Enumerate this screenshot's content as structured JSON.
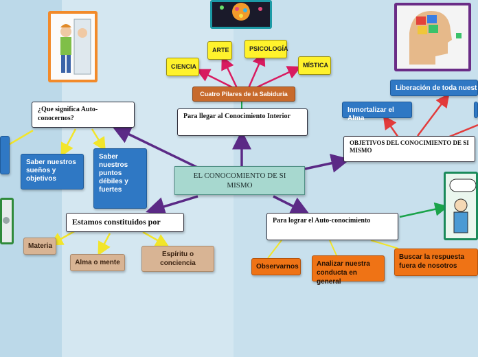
{
  "center": "EL CONOCOMIENTO DE SI MISMO",
  "pillars_title": "Cuatro Pilares de la Sabiduria",
  "pillars": [
    "CIENCIA",
    "ARTE",
    "PSICOLOGÍA",
    "MÍSTICA"
  ],
  "interior": "Para llegar al Conocimiento Interior",
  "significa": {
    "title": "¿Que significa Auto-conocernos?",
    "items": [
      "Saber nuestros sueños y objetivos",
      "Saber nuestros puntos débiles y fuertes"
    ]
  },
  "constituidos": {
    "title": "Estamos constituidos por",
    "items": [
      "Materia",
      "Alma o mente",
      "Espíritu o conciencia"
    ]
  },
  "objetivos": {
    "title": "OBJETIVOS DEL CONOCIMIENTO DE SI MISMO",
    "items": [
      "Inmortalizar el Alma",
      "Liberación de toda nuestra Co"
    ]
  },
  "lograr": {
    "title": "Para lograr el Auto-conocimiento",
    "items": [
      "Observarnos",
      "Analizar nuestra conducta en general",
      "Buscar la respuesta fuera de nosotros"
    ]
  },
  "colors": {
    "purple_link": "#5b2a86",
    "pink_link": "#d81b60",
    "red_link": "#e23b3b",
    "yellow_link": "#f2e52a",
    "green_link": "#1aa34a",
    "blue_node": "#2f78c4",
    "center_node": "#a7d8cf"
  }
}
